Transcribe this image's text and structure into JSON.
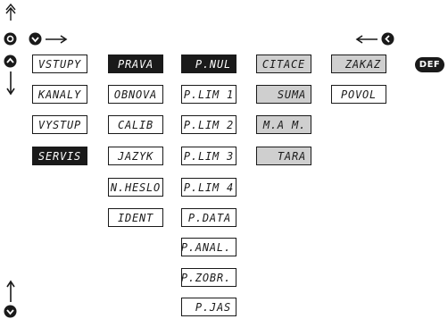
{
  "badge": {
    "label": "DEF"
  },
  "columns": {
    "col1": [
      "VSTUPY",
      "KANALY",
      "VYSTUP",
      "SERVIS"
    ],
    "col2": [
      "PRAVA",
      "OBNOVA",
      "CALIB",
      "JAZYK",
      "N.HESLO",
      "IDENT"
    ],
    "col3": [
      "P.NUL",
      "P.LIM 1",
      "P.LIM 2",
      "P.LIM 3",
      "P.LIM 4",
      "P.DATA",
      "P.ANAL.",
      "P.ZOBR.",
      "P.JAS"
    ],
    "col4": [
      "CITACE",
      "SUMA",
      "M.A M.",
      "TARA"
    ],
    "col5": [
      "ZAKAZ",
      "POVOL"
    ]
  },
  "icons": {
    "double_up_arrow": "double-up-arrow-icon",
    "enter": "enter-icon",
    "down_button": "down-button-icon",
    "up_button": "up-button-icon",
    "left_button": "left-button-icon"
  },
  "colors": {
    "ink": "#1a1a1a",
    "selected_fill": "#1a1a1a",
    "option_fill": "#cfcfcf",
    "paper": "#ffffff"
  }
}
